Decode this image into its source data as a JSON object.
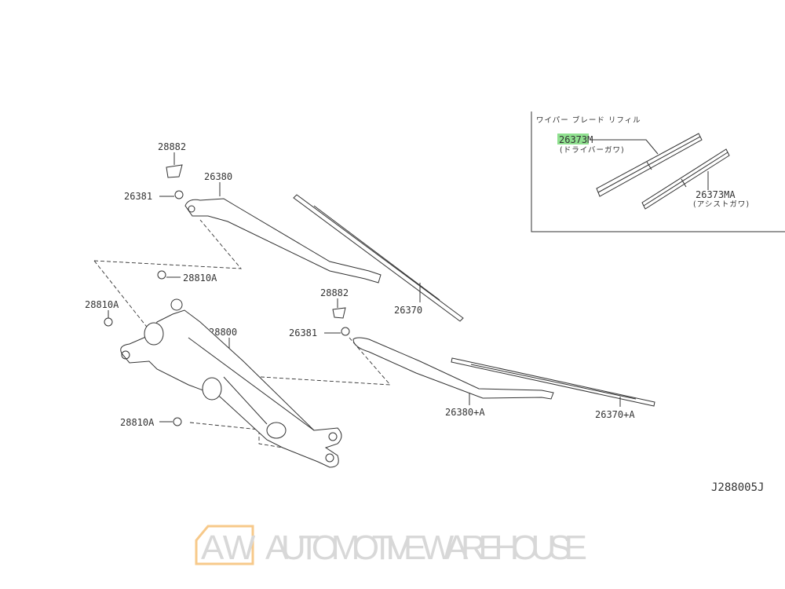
{
  "diagram": {
    "labels": {
      "p28882_top": "28882",
      "p26381_top": "26381",
      "p26380": "26380",
      "p28810A_1": "28810A",
      "p28810A_2": "28810A",
      "p28800": "28800",
      "p28810A_3": "28810A",
      "p28882_mid": "28882",
      "p26381_mid": "26381",
      "p26370": "26370",
      "p26380A": "26380+A",
      "p26370A": "26370+A"
    },
    "inset": {
      "title": "ワイパー ブレード リフィル",
      "driver_part": "26373M",
      "driver_note": "(ドライバーガワ)",
      "assist_part": "26373MA",
      "assist_note": "(アシストガワ)"
    },
    "diagram_code": "J288005J",
    "watermark": {
      "logo": "AW",
      "text": "AUTOMOTIVE WAREHOUSE"
    },
    "colors": {
      "highlight": "#8fe08f",
      "logo_border": "#f7c98a"
    }
  }
}
